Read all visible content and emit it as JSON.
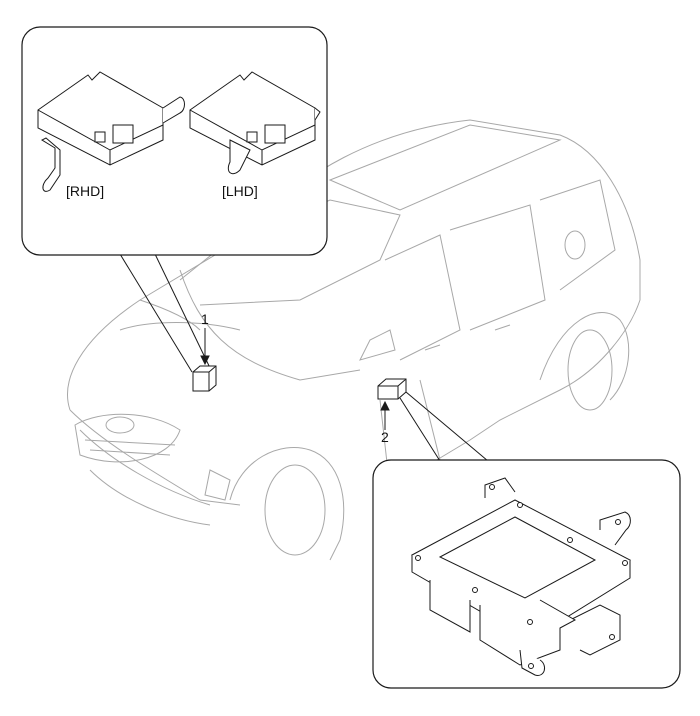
{
  "callout_top": {
    "variant_left": "[RHD]",
    "variant_right": "[LHD]"
  },
  "callouts": {
    "item1": "1",
    "item2": "2"
  },
  "colors": {
    "line": "#1a1a1a",
    "car_line": "#9a9a9a"
  }
}
